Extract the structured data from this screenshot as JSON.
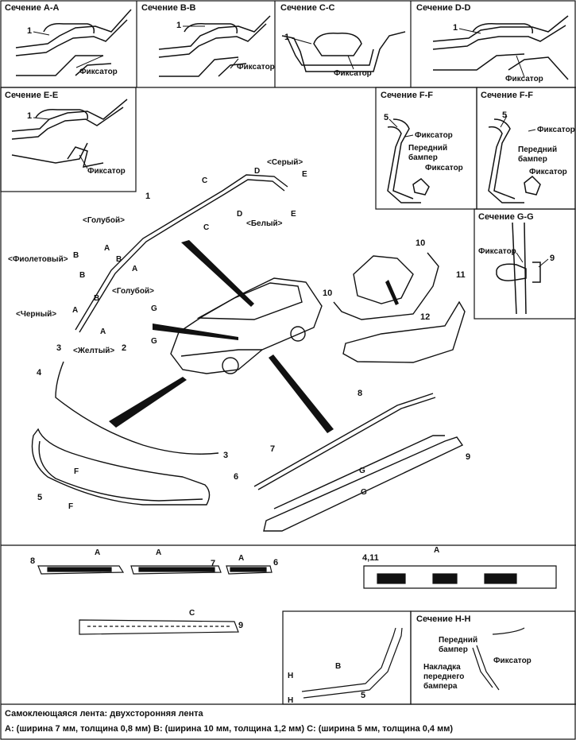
{
  "sections": {
    "aa": "Сечение A-A",
    "bb": "Сечение B-B",
    "cc": "Сечение C-C",
    "dd": "Сечение D-D",
    "ee": "Сечение E-E",
    "ff1": "Сечение F-F",
    "ff2": "Сечение F-F",
    "gg": "Сечение G-G",
    "hh": "Сечение H-H"
  },
  "labels": {
    "fixator": "Фиксатор",
    "front_bumper": "Передний бампер",
    "front_bumper_line1": "Передний",
    "front_bumper_line2": "бампер",
    "trim_line1": "Накладка",
    "trim_line2": "переднего",
    "trim_line3": "бампера"
  },
  "colors": {
    "grey": "<Серый>",
    "white": "<Белый>",
    "blue": "<Голубой>",
    "violet": "<Фиолетовый>",
    "black": "<Черный>",
    "yellow": "<Желтый>"
  },
  "letters": {
    "a": "A",
    "b": "B",
    "c": "C",
    "d": "D",
    "e": "E",
    "f": "F",
    "g": "G",
    "h": "H"
  },
  "parts": {
    "p1": "1",
    "p2": "2",
    "p3": "3",
    "p4": "4",
    "p5": "5",
    "p6": "6",
    "p7": "7",
    "p8": "8",
    "p9": "9",
    "p10": "10",
    "p11": "11",
    "p12": "12",
    "p4_11": "4,11"
  },
  "footer": {
    "line1": "Самоклеющаяся лента: двухсторонняя лента",
    "line2": "A: (ширина 7 мм, толщина 0,8 мм) B: (ширина 10 мм, толщина 1,2 мм) C: (ширина 5 мм, толщина 0,4 мм)"
  }
}
